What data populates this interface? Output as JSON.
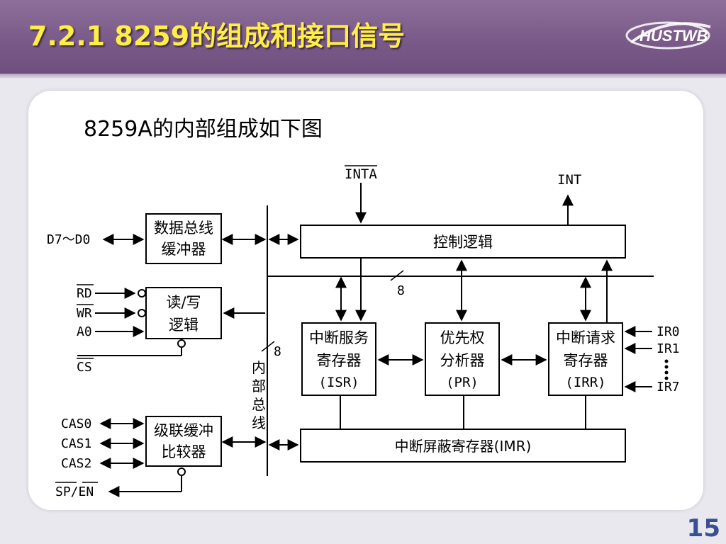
{
  "header": {
    "title": "7.2.1  8259的组成和接口信号",
    "logo_text": "HUSTWB",
    "accent_color": "#ffee44",
    "background_color": "#7a5a88"
  },
  "content": {
    "subtitle": "8259A的内部组成如下图"
  },
  "diagram": {
    "blocks": {
      "data_buffer": [
        "数据总线",
        "缓冲器"
      ],
      "rw_logic": [
        "读/写",
        "逻辑"
      ],
      "cascade": [
        "级联缓冲",
        "比较器"
      ],
      "control_logic": "控制逻辑",
      "isr": [
        "中断服务",
        "寄存器",
        "(ISR)"
      ],
      "pr": [
        "优先权",
        "分析器",
        "(PR)"
      ],
      "irr": [
        "中断请求",
        "寄存器",
        "(IRR)"
      ],
      "imr": "中断屏蔽寄存器(IMR)"
    },
    "internal_bus_label": [
      "内",
      "部",
      "总",
      "线"
    ],
    "bus_width_label": "8",
    "signals": {
      "inta": "INTA",
      "int": "INT",
      "data": "D7～D0",
      "rd": "RD",
      "wr": "WR",
      "a0": "A0",
      "cs": "CS",
      "cas0": "CAS0",
      "cas1": "CAS1",
      "cas2": "CAS2",
      "sp_en": "SP/EN",
      "ir0": "IR0",
      "ir1": "IR1",
      "ir7": "IR7"
    }
  },
  "footer": {
    "page_number": "15"
  }
}
